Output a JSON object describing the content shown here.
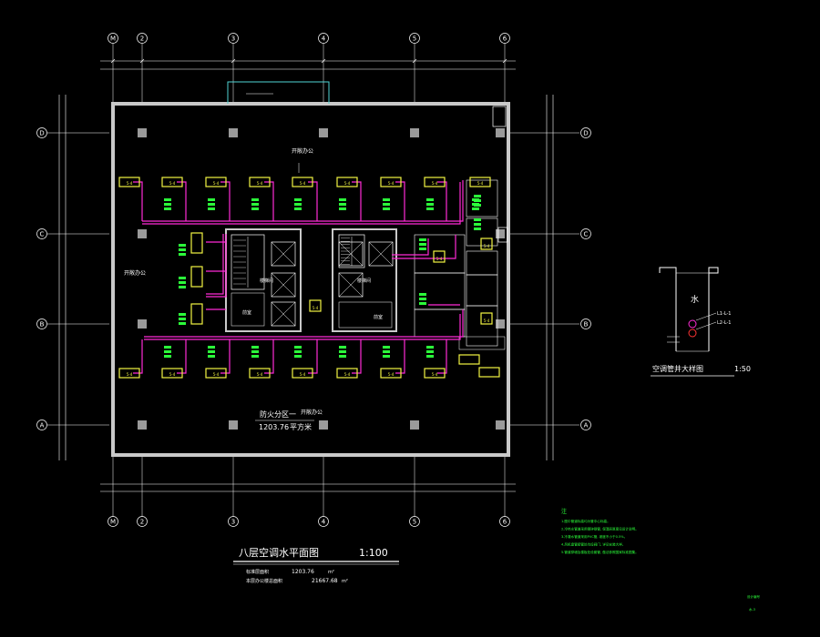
{
  "axes": {
    "top_labels": [
      "M",
      "2",
      "3",
      "4",
      "5",
      "6"
    ],
    "bottom_labels": [
      "M",
      "2",
      "3",
      "4",
      "5",
      "6"
    ],
    "left_labels": [
      "D",
      "C",
      "B",
      "A"
    ],
    "right_labels": [
      "D",
      "C",
      "B",
      "A"
    ]
  },
  "plan": {
    "title": "八层空调水平面图",
    "scale": "1:100",
    "area_label": "标准层面积",
    "area_value": "1203.76",
    "area_unit": "m²",
    "total_area_label": "本层办公楼总面积",
    "total_area_value": "21667.68",
    "total_area_unit": "m²",
    "zone_label": "防火分区一",
    "zone_area": "1203.76",
    "zone_unit": "平方米",
    "office_labels": [
      "开敞办公",
      "开敞办公",
      "开敞办公"
    ],
    "core_labels": [
      "前室",
      "前室"
    ],
    "stair_labels": [
      "楼梯间",
      "楼梯间"
    ],
    "fcu_tag": "5-4"
  },
  "detail": {
    "title": "空调管井大样图",
    "scale": "1:50",
    "water_label": "水",
    "pipe_labels": [
      "L1-L-1",
      "L2-L-1"
    ]
  },
  "notes": {
    "heading": "注",
    "lines": [
      "1.图中管道标高均为管中心标高。",
      "2.冷热水管道采用镀锌钢管, 保温层厚度见设计说明。",
      "3.冷凝水管道采用PVC管, 坡度不小于0.5%。",
      "4.风机盘管接管处均设阀门, 详见安装大样。",
      "5.管道穿墙及楼板处设套管, 做法参照国家标准图集。"
    ],
    "footer_a": "设计编号",
    "footer_b": "水-3"
  },
  "colors": {
    "line_white": "#ffffff",
    "pipe_magenta": "#ff2bd6",
    "fcu_yellow": "#f2f542",
    "text_green": "#2bff3a",
    "wall_grey": "#c9c9c9",
    "core_cyan": "#4fd4d4",
    "accent_red": "#ff3333"
  }
}
